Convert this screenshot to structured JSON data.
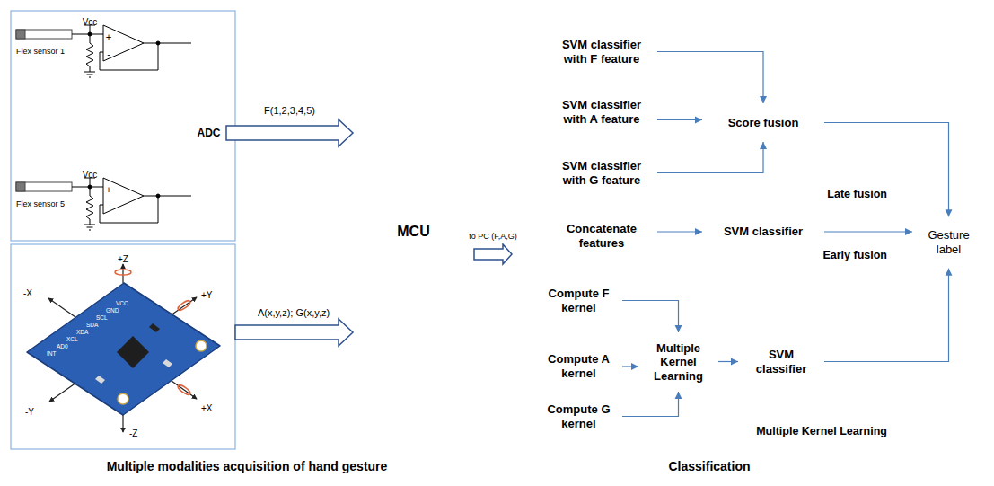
{
  "diagram": {
    "nodes": [
      {
        "text": [
          "Multiple modalities acquisition of hand gesture"
        ]
      },
      {
        "text": [
          "ADC"
        ],
        "in": 0
      },
      {
        "text": [
          "MCU"
        ],
        "in": 0
      },
      {
        "text": [
          "Classification"
        ]
      },
      {
        "text": [
          "Late fusion"
        ],
        "in": 3
      },
      {
        "text": [
          "SVM classifier with F feature"
        ],
        "in": 4
      },
      {
        "text": [
          "SVM classifier with A feature"
        ],
        "in": 4
      },
      {
        "text": [
          "SVM classifier with G feature"
        ],
        "in": 4
      },
      {
        "text": [
          "Score fusion"
        ],
        "in": 4
      },
      {
        "text": [
          "Early fusion"
        ],
        "in": 3
      },
      {
        "text": [
          "Concatenate features"
        ],
        "in": 9
      },
      {
        "text": [
          "SVM classifier"
        ],
        "in": 9
      },
      {
        "text": [
          "Multiple Kernel Learning"
        ],
        "in": 3
      },
      {
        "text": [
          "Compute F kernel"
        ],
        "in": 12
      },
      {
        "text": [
          "Compute A kernel"
        ],
        "in": 12
      },
      {
        "text": [
          "Compute G kernel"
        ],
        "in": 12
      },
      {
        "text": [
          "Multiple Kernel Learning"
        ],
        "in": 12
      },
      {
        "text": [
          "SVM classifier"
        ],
        "in": 12
      },
      {
        "text": [
          "Gesture label"
        ]
      }
    ],
    "edges": [
      {
        "from": 1,
        "to": 2,
        "arrow": "to",
        "label": "F(1,2,3,4,5)"
      },
      {
        "from": 2,
        "to": 3,
        "arrow": "to",
        "label": "to PC (F,A,G)"
      },
      {
        "from": 5,
        "to": 8,
        "arrow": "to"
      },
      {
        "from": 6,
        "to": 8,
        "arrow": "to"
      },
      {
        "from": 7,
        "to": 8,
        "arrow": "to"
      },
      {
        "from": 8,
        "to": 18,
        "arrow": "to"
      },
      {
        "from": 10,
        "to": 11,
        "arrow": "to"
      },
      {
        "from": 11,
        "to": 18,
        "arrow": "to"
      },
      {
        "from": 13,
        "to": 16,
        "arrow": "to"
      },
      {
        "from": 14,
        "to": 16,
        "arrow": "to"
      },
      {
        "from": 15,
        "to": 16,
        "arrow": "to"
      },
      {
        "from": 16,
        "to": 17,
        "arrow": "to"
      },
      {
        "from": 17,
        "to": 18,
        "arrow": "to"
      }
    ],
    "labels": [
      "Vcc",
      "Flex sensor 1",
      "+",
      "-",
      "Vcc",
      "Flex sensor 5",
      "+",
      "-",
      "+Z",
      "-Z",
      "-X",
      "+X",
      "+Y",
      "-Y",
      "A(x,y,z); G(x,y,z)",
      "VCC",
      "GND",
      "SCL",
      "SDA",
      "XDA",
      "XCL",
      "AD0",
      "INT"
    ]
  }
}
